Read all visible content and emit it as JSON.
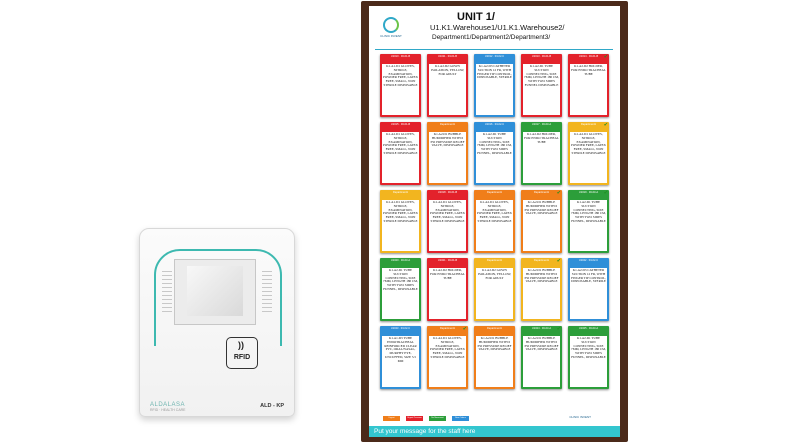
{
  "device": {
    "rfid_label": "RFID",
    "brand": "ALDALASA",
    "brand_tagline": "RFID · HEALTH CARE",
    "model": "ALD - KP"
  },
  "board": {
    "title": "UNIT 1/",
    "path_line1": "U1.K1.Warehouse1/U1.K1.Warehouse2/",
    "path_line2": "Department1/Department2/Department3/",
    "logo_text": "CLINIC INVENT",
    "message_placeholder": "Put your message for the staff here",
    "legend": [
      {
        "label": "Urgent",
        "color": "#f07e1a"
      },
      {
        "label": "Urgent Pressure",
        "color": "#e3222b"
      },
      {
        "label": "No Movement",
        "color": "#2c9e3a"
      },
      {
        "label": "New Orders",
        "color": "#2f8fd8"
      }
    ],
    "legend_logo": "CLINIC INVENT",
    "cards": [
      {
        "color": "red",
        "header": "U1010 · 03-01-B",
        "text": "K1.A1.D1 GLOVES, NITRILE, EXAMINATION, POWDER FREE, LATEX FREE, SMALL, NON STERILE DISPOSABLE",
        "checked": false
      },
      {
        "color": "red",
        "header": "U1011 · 03-01-B",
        "text": "K1.A2.D2 GOWN ISOLATION, YELLOW, FOR ADULT",
        "checked": false
      },
      {
        "color": "blue",
        "header": "U1012 · 03-02-C",
        "text": "K1.A2.D3 CATHETER SUCTION 12 FR, WITH FINGER TIP CONTROL, DISPOSABLE, STERILE",
        "checked": false
      },
      {
        "color": "red",
        "header": "U1013 · 03-01-B",
        "text": "K1.A2.D1 TUBE SUCTION CONNECTING, SIZE 7MM, LENGTH 180 CM, WITH TWO SIDES FUNNEL DISPOSABLE",
        "checked": false
      },
      {
        "color": "red",
        "header": "U1014 · 03-01-B",
        "text": "K1.A2.D2 HOLDER, FOR ENDO TRACHEAL TUBE",
        "checked": true
      },
      {
        "color": "red",
        "header": "U1015 · 03-01-B",
        "text": "K1.A2.D1 GLOVES, NITRILE, EXAMINATION, POWDER FREE, LATEX FREE, SMALL, NON STERILE DISPOSABLE",
        "checked": false
      },
      {
        "color": "orange",
        "header": "Department1",
        "text": "K1.A2.D1 BUBBLE HUMIDIFIER WITH 6 PSI PRESSURE RELIEF VALVE, DISPOSABLE",
        "checked": false
      },
      {
        "color": "blue",
        "header": "U1016 · 03-02-C",
        "text": "K1.A2.D1 TUBE SUCTION CONNECTING, SIZE 7MM, LENGTH 180 CM, WITH TWO SIDES FUNNEL, DISPOSABLE",
        "checked": false
      },
      {
        "color": "green",
        "header": "U1017 · 03-03-A",
        "text": "K1.A2.D2 HOLDER, FOR ENDO TRACHEAL TUBE",
        "checked": false
      },
      {
        "color": "yellow",
        "header": "Department1",
        "text": "K1.A2.D1 GLOVES, NITRILE, EXAMINATION, POWDER FREE, LATEX FREE, SMALL, NON STERILE DISPOSABLE",
        "checked": true
      },
      {
        "color": "yellow",
        "header": "Department1",
        "text": "K1.A1.D1 GLOVES, NITRILE, EXAMINATION, POWDER FREE, LATEX FREE, SMALL, NON STERILE DISPOSABLE",
        "checked": false
      },
      {
        "color": "red",
        "header": "U1018 · 03-01-B",
        "text": "K1.A2.D1 GLOVES, NITRILE, EXAMINATION, POWDER FREE, LATEX FREE, SMALL, NON STERILE DISPOSABLE",
        "checked": false
      },
      {
        "color": "orange",
        "header": "Department1",
        "text": "K1.A2.D1 GLOVES, NITRILE, EXAMINATION, POWDER FREE, LATEX FREE, SMALL, NON STERILE DISPOSABLE",
        "checked": false
      },
      {
        "color": "orange",
        "header": "Department1",
        "text": "K1.A2.D1 BUBBLE HUMIDIFIER WITH 6 PSI PRESSURE RELIEF VALVE, DISPOSABLE",
        "checked": true
      },
      {
        "color": "green",
        "header": "U1019 · 03-03-A",
        "text": "K1.A2.D1 TUBE SUCTION CONNECTING, SIZE 7MM, LENGTH 180 CM, WITH TWO SIDES FUNNEL, DISPOSABLE",
        "checked": true
      },
      {
        "color": "green",
        "header": "U1020 · 03-03-A",
        "text": "K1.A2.D1 TUBE SUCTION CONNECTING, SIZE 7MM, LENGTH 180 CM, WITH TWO SIDES FUNNEL, DISPOSABLE",
        "checked": false
      },
      {
        "color": "red",
        "header": "U1021 · 03-01-B",
        "text": "K1.A2.D2 HOLDER, FOR ENDO TRACHEAL TUBE",
        "checked": false
      },
      {
        "color": "yellow",
        "header": "Department1",
        "text": "K1.A2.D2 GOWN ISOLATION, YELLOW, FOR ADULT",
        "checked": false
      },
      {
        "color": "yellow",
        "header": "Department1",
        "text": "K1.A2.D1 BUBBLE HUMIDIFIER WITH 6 PSI PRESSURE RELIEF VALVE, DISPOSABLE",
        "checked": true
      },
      {
        "color": "blue",
        "header": "U1022 · 03-02-C",
        "text": "K1.A2.D3 CATHETER SUCTION 12 FR, WITH FINGER TIP CONTROL, DISPOSABLE, STERILE",
        "checked": false
      },
      {
        "color": "blue",
        "header": "U1023 · 03-02-C",
        "text": "K1.A1.D3 TUBE ENDOTRACHEAL REINFORCED CLEAR PVC, ORAL/NASAL, MURPHY EYE, UNCUFFED, SIZE 5.5 MM",
        "checked": false
      },
      {
        "color": "orange",
        "header": "Department1",
        "text": "K1.A2.D1 GLOVES, NITRILE, EXAMINATION, POWDER FREE, LATEX FREE, SMALL, NON STERILE DISPOSABLE",
        "checked": true
      },
      {
        "color": "orange",
        "header": "Department1",
        "text": "K1.A2.D1 BUBBLE HUMIDIFIER WITH 6 PSI PRESSURE RELIEF VALVE, DISPOSABLE",
        "checked": false
      },
      {
        "color": "green",
        "header": "U1024 · 03-03-A",
        "text": "K1.A2.D1 BUBBLE HUMIDIFIER WITH 6 PSI PRESSURE RELIEF VALVE, DISPOSABLE",
        "checked": true
      },
      {
        "color": "green",
        "header": "U1025 · 03-03-A",
        "text": "K1.A2.D1 TUBE SUCTION CONNECTING, SIZE 7MM, LENGTH 180 CM, WITH TWO SIDES FUNNEL, DISPOSABLE",
        "checked": false
      }
    ]
  },
  "colors": {
    "red": "#e3222b",
    "blue": "#2f8fd8",
    "green": "#2c9e3a",
    "yellow": "#f2b51f",
    "orange": "#f07e1a",
    "frame": "#4b2a1a",
    "accent": "#33c6cf"
  }
}
